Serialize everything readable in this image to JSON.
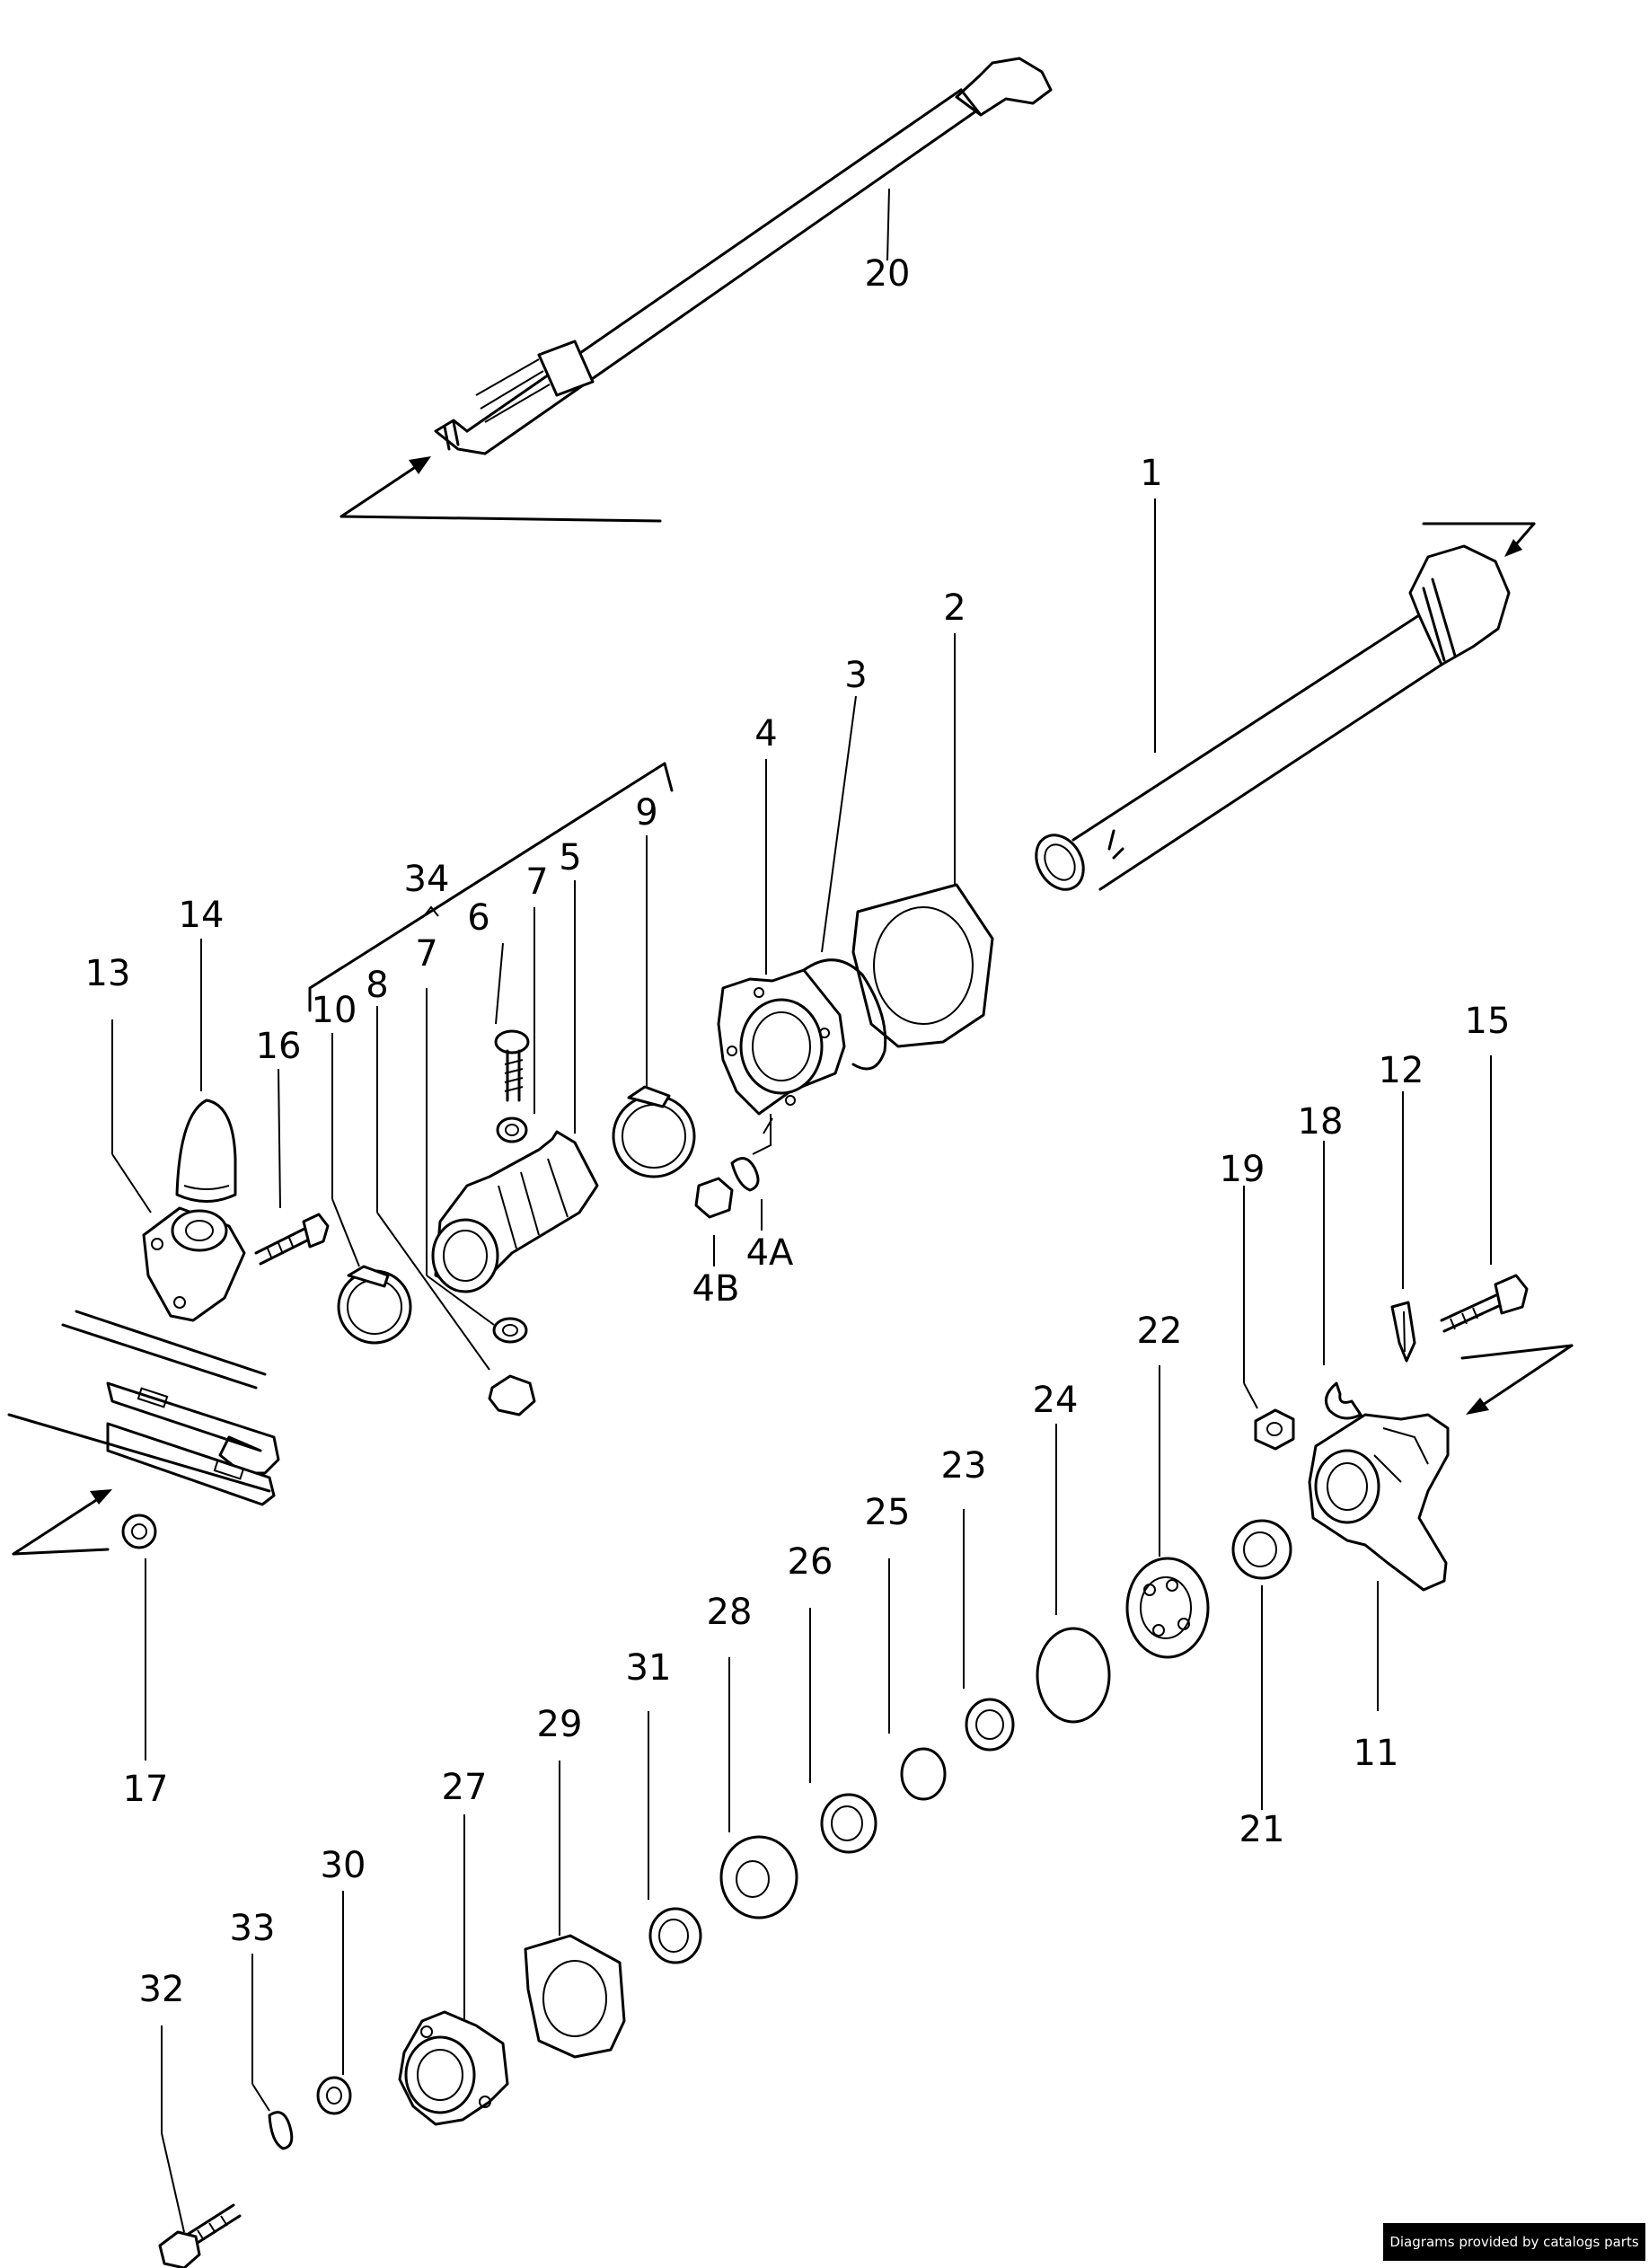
{
  "diagram": {
    "part_labels": [
      {
        "id": "20",
        "text": "20"
      },
      {
        "id": "1",
        "text": "1"
      },
      {
        "id": "2",
        "text": "2"
      },
      {
        "id": "3",
        "text": "3"
      },
      {
        "id": "4",
        "text": "4"
      },
      {
        "id": "9",
        "text": "9"
      },
      {
        "id": "5",
        "text": "5"
      },
      {
        "id": "7a",
        "text": "7"
      },
      {
        "id": "34",
        "text": "34"
      },
      {
        "id": "6",
        "text": "6"
      },
      {
        "id": "7b",
        "text": "7"
      },
      {
        "id": "14",
        "text": "14"
      },
      {
        "id": "13",
        "text": "13"
      },
      {
        "id": "16",
        "text": "16"
      },
      {
        "id": "10",
        "text": "10"
      },
      {
        "id": "8",
        "text": "8"
      },
      {
        "id": "4B",
        "text": "4B"
      },
      {
        "id": "4A",
        "text": "4A"
      },
      {
        "id": "15",
        "text": "15"
      },
      {
        "id": "12",
        "text": "12"
      },
      {
        "id": "18",
        "text": "18"
      },
      {
        "id": "19",
        "text": "19"
      },
      {
        "id": "22",
        "text": "22"
      },
      {
        "id": "24",
        "text": "24"
      },
      {
        "id": "23",
        "text": "23"
      },
      {
        "id": "25",
        "text": "25"
      },
      {
        "id": "26",
        "text": "26"
      },
      {
        "id": "28",
        "text": "28"
      },
      {
        "id": "31",
        "text": "31"
      },
      {
        "id": "29",
        "text": "29"
      },
      {
        "id": "27",
        "text": "27"
      },
      {
        "id": "30",
        "text": "30"
      },
      {
        "id": "33",
        "text": "33"
      },
      {
        "id": "32",
        "text": "32"
      },
      {
        "id": "17",
        "text": "17"
      },
      {
        "id": "11",
        "text": "11"
      },
      {
        "id": "21",
        "text": "21"
      }
    ]
  },
  "credit": "Diagrams provided by catalogs parts"
}
